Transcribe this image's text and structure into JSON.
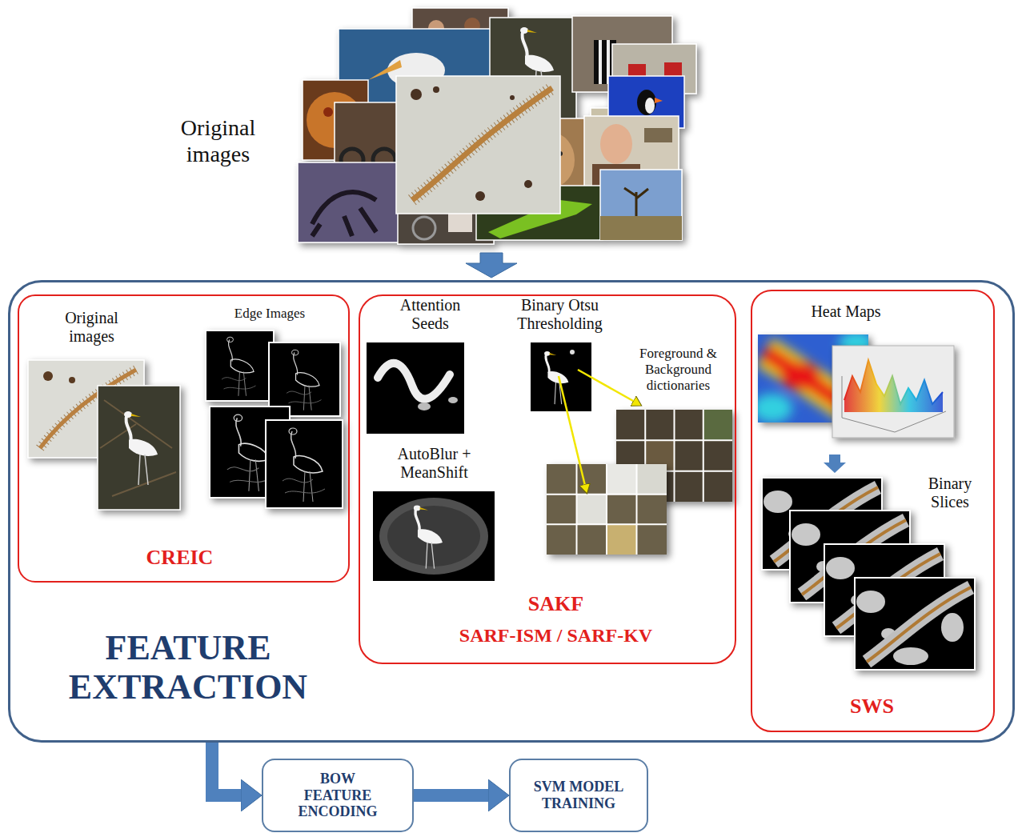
{
  "diagram": {
    "nodes": [
      {
        "text": [
          "FEATURE EXTRACTION"
        ]
      },
      {
        "text": [
          "Original images",
          "Edge Images",
          "CREIC"
        ],
        "in": 0
      },
      {
        "text": [
          "Attention Seeds",
          "Binary Otsu Thresholding",
          "Foreground & Background dictionaries",
          "AutoBlur + MeanShift",
          "SAKF",
          "SARF-ISM / SARF-KV"
        ],
        "in": 0
      },
      {
        "text": [
          "Heat Maps",
          "Binary Slices",
          "SWS"
        ],
        "in": 0
      },
      {
        "text": [
          "BOW FEATURE ENCODING"
        ]
      },
      {
        "text": [
          "SVM MODEL TRAINING"
        ]
      }
    ],
    "edges": [
      {
        "from": 0,
        "to": 4,
        "arrow": "to"
      },
      {
        "from": 4,
        "to": 5,
        "arrow": "to"
      }
    ],
    "labels": [
      "Original images"
    ]
  }
}
